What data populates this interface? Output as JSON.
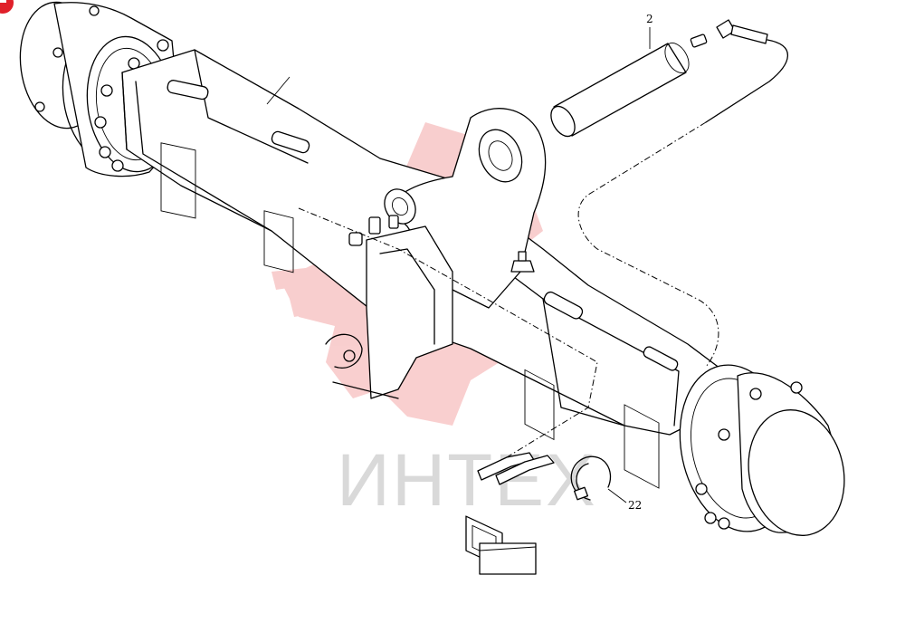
{
  "callouts": {
    "pin": "2",
    "circlip": "22"
  },
  "watermark": {
    "text": "ИНТЕХ",
    "gear_color": "#f4a7a7",
    "text_color": "#d9d9d9"
  },
  "corner_badge": {
    "icon": "red-badge-icon",
    "color": "#e0202a"
  },
  "colors": {
    "line": "#000000",
    "background": "#ffffff"
  }
}
